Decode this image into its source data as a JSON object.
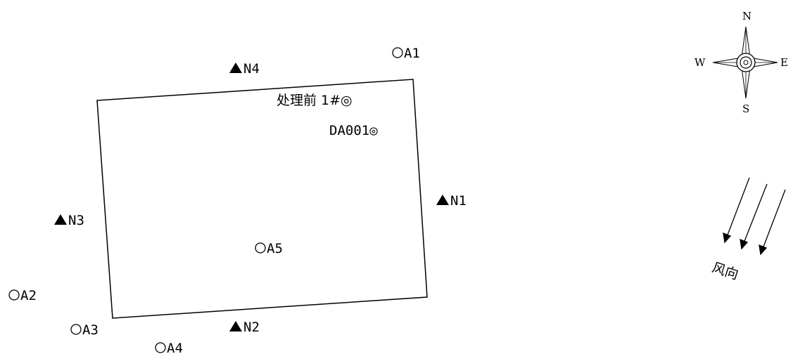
{
  "site": {
    "noise_points": [
      {
        "id": "N1",
        "label": "N1"
      },
      {
        "id": "N2",
        "label": "N2"
      },
      {
        "id": "N3",
        "label": "N3"
      },
      {
        "id": "N4",
        "label": "N4"
      }
    ],
    "air_points": [
      {
        "id": "A1",
        "label": "A1"
      },
      {
        "id": "A2",
        "label": "A2"
      },
      {
        "id": "A3",
        "label": "A3"
      },
      {
        "id": "A4",
        "label": "A4"
      },
      {
        "id": "A5",
        "label": "A5"
      }
    ],
    "wells": [
      {
        "id": "pre-treatment-1",
        "label": "处理前 1#◎"
      },
      {
        "id": "DA001",
        "label": "DA001◎"
      }
    ],
    "marker_symbols": {
      "noise": "▲",
      "air": "○"
    }
  },
  "compass": {
    "north": "N",
    "south": "S",
    "east": "E",
    "west": "W"
  },
  "wind": {
    "label": "风向"
  },
  "colors": {
    "line": "#000000",
    "background": "#ffffff"
  }
}
